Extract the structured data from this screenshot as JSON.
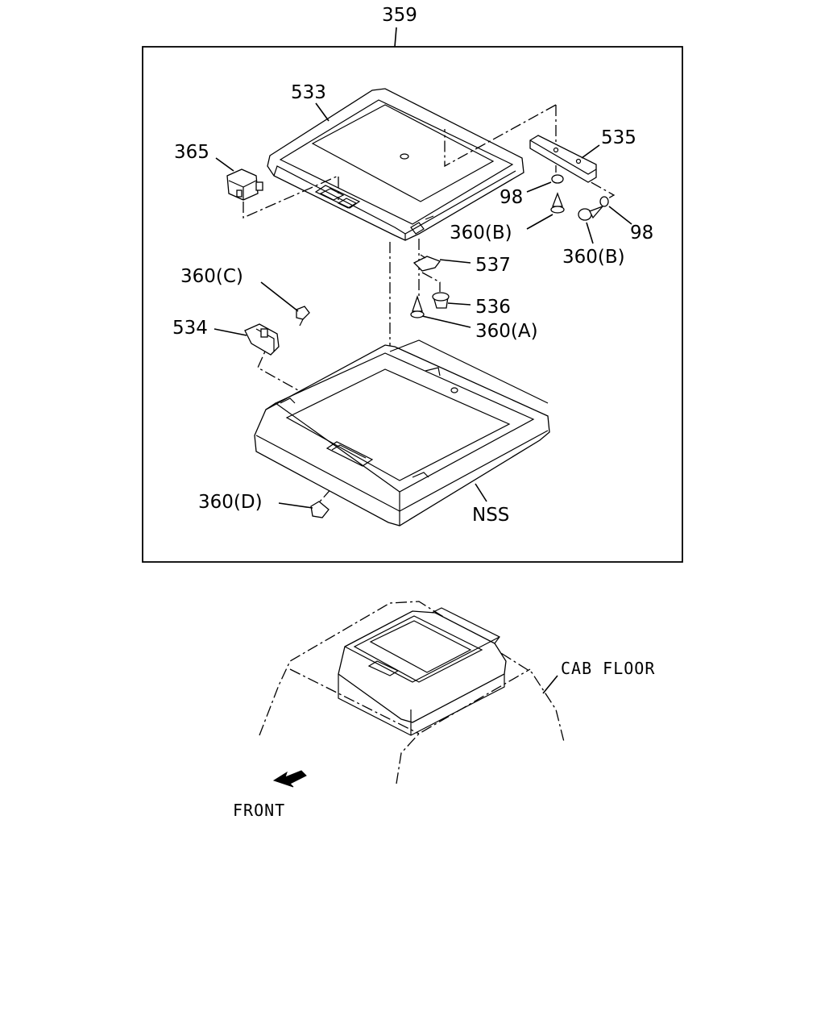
{
  "labels": {
    "assembly": "359",
    "console_lid": "533",
    "switch": "365",
    "bracket": "535",
    "washer_top": "98",
    "washer_right": "98",
    "screw_b_left": "360(B)",
    "screw_b_right": "360(B)",
    "clip_537": "537",
    "grommet_536": "536",
    "screw_a": "360(A)",
    "clip_c": "360(C)",
    "latch_534": "534",
    "clip_d": "360(D)",
    "nss": "NSS",
    "cab_floor": "CAB FLOOR",
    "front": "FRONT"
  }
}
